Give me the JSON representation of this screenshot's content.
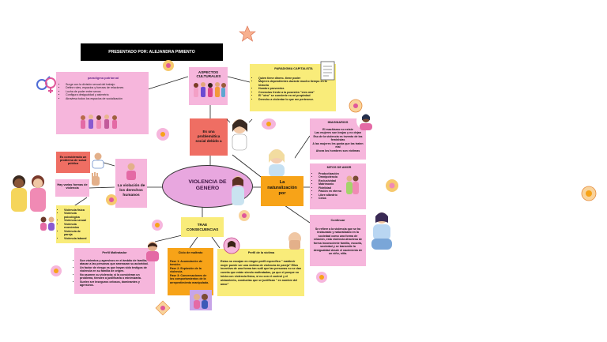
{
  "presenter": "PRESENTADO POR: ALEJANDRA PIMIENTO",
  "center_title": "VIOLENCIA DE GENERO",
  "patriarchal": {
    "title": "paradigma patriarcal",
    "items": [
      "Surge con la división sexual del trabajo",
      "Define roles, espacios y fuerzas de relaciones",
      "Lucha de poder entre sexos",
      "Configura desigualdad y asimetría",
      "Atraviesa todos los espacios de socialización"
    ]
  },
  "cultural_aspects": "ASPECTOS CULTURALES",
  "capitalist": {
    "title": "PARADIGMA CAPITALISTA",
    "items": [
      "Quien tiene dinero- tiene poder",
      "Mujeres dependientes durante mucho tiempo en la historia",
      "Hombre proveedor.",
      "Creencias frente a la posesión \"eres mía\"",
      "El \"otro\" se convierte en mi propiedad",
      "Derecho a violentar lo que me pertenece."
    ]
  },
  "problematic": "Es una problemática social debido a",
  "public_health": "Es considerada un problema de salud pública",
  "many_forms": "Hay varias formas de violencia",
  "forms_list": [
    "Violencia física",
    "Violencia psicológica",
    "Violencia sexual",
    "Violencia económica",
    "Violencia de pareja",
    "Violencia laboral"
  ],
  "rights_violation": "La violación de los derechos humanos",
  "imaginaries": {
    "title": "IMAGINARIOS",
    "lines": [
      "El machismo no existe",
      "Las mujeres son brujas y no dejan",
      "Eso de la violencia es invento de las feministas",
      "A las mujeres les gusta que las traten mal",
      "Ahora los hombres son víctimas"
    ]
  },
  "naturalization": "La naturalización por",
  "love_myths": {
    "title": "MITOS DE AMOR",
    "items": [
      "Productización",
      "Omnipotencia",
      "Exclusividad",
      "Matrimonio",
      "Fidelidad",
      "Pasión en eterno",
      "Libre albedrío",
      "Celos"
    ]
  },
  "continue": {
    "title": "Continuar",
    "text": "Se refiere a la violencia que se ha instaurado y naturalizado en la sociedad como una forma de relación, esta violencia atraviesa de forma inconsciente familia, escuela, sociedad y se transmite la desigualdad desde el nacimiento de un niño, niña."
  },
  "consequences": "TRAE CONSECUENCIAS",
  "aggressor_profile": {
    "title": "Perfil Maltratador",
    "items": [
      "Son violentos y agresivos en el ámbito de familia; atacan a las personas que amenazan su autoridad.",
      "Un factor de riesgo es que hayan sido testigos de violencia en su familia de origen.",
      "No asumen su violencia; si la consideran un problema, tienden a justificarla o minimizarla.",
      "Suelen ser inseguros celosos, dominantes y agresivos."
    ]
  },
  "cycle": {
    "title": "Ciclo de maltrato",
    "phases": [
      "Fase 1: Acumulación de tensión.",
      "Fase 2: Explosión de la violencia.",
      "Fase 3: Conversaciones de los comportamientos de la arrepentimiento manipulada."
    ]
  },
  "victim_profile": {
    "title": "Perfil de la víctima",
    "text": "Estas no encajan en ningún perfil específico \" maldecir mujer puede ser una víctima de violencia de pareja\" Ellos incentiva de una forma tan sutil que las personas no se dan cuenta que están siendo maltratadas, ya que el porque no inicia con violencia física, si no con el control y el aislamiento, conductas que se justifican \" en nombre del amor\""
  },
  "colors": {
    "pink": "#f6b6dc",
    "yellow": "#f9ec7a",
    "red": "#ef6e63",
    "orange": "#f7a318",
    "center": "#e8a7df"
  }
}
